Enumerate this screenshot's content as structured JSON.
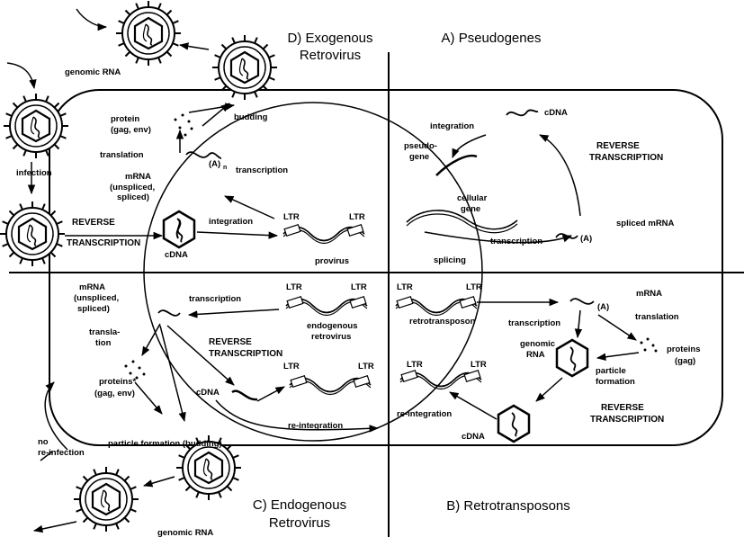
{
  "quadrants": {
    "d_title_1": "D) Exogenous",
    "d_title_2": "Retrovirus",
    "a_title": "A) Pseudogenes",
    "c_title_1": "C) Endogenous",
    "c_title_2": "Retrovirus",
    "b_title": "B) Retrotransposons"
  },
  "labels": {
    "genomic_rna_top": "genomic RNA",
    "genomic_rna_bottom": "genomic RNA",
    "protein": "protein",
    "gag_env": "(gag, env)",
    "budding": "budding",
    "translation": "translation",
    "infection": "infection",
    "mrna": "mRNA",
    "unspliced": "(unspliced,",
    "spliced": "spliced)",
    "poly_a": "(A)",
    "poly_a_sub": "n",
    "transcription_d": "transcription",
    "reverse": "REVERSE",
    "transcription_caps": "TRANSCRIPTION",
    "cdna": "cDNA",
    "integration_d": "integration",
    "ltr": "LTR",
    "provirus": "provirus",
    "a_integration": "integration",
    "a_cdna": "cDNA",
    "pseudogene_1": "pseudo-",
    "pseudogene_2": "gene",
    "a_reverse": "REVERSE",
    "a_transcription": "TRANSCRIPTION",
    "cellular": "cellular",
    "gene": "gene",
    "spliced_mrna": "spliced mRNA",
    "a_transcription_lc": "transcription",
    "splicing": "splicing",
    "c_mrna": "mRNA",
    "c_unspliced": "(unspliced,",
    "c_spliced": "spliced)",
    "c_transcription": "transcription",
    "endogenous": "endogenous",
    "retrovirus_lc": "retrovirus",
    "c_reverse": "REVERSE",
    "c_transcription_caps": "TRANSCRIPTION",
    "transla": "transla-",
    "tion": "tion",
    "proteins_star": "proteins*",
    "c_gag_env": "(gag, env)",
    "c_cdna": "cDNA",
    "re_integration": "re-integration",
    "particle_budding": "particle formation (budding)",
    "no": "no",
    "re_infection": "re-infection",
    "retrotransposon": "retrotransposon",
    "b_transcription": "transcription",
    "b_mrna": "mRNA",
    "b_translation": "translation",
    "genomic": "genomic",
    "rna": "RNA",
    "proteins": "proteins",
    "gag": "(gag)",
    "particle": "particle",
    "formation": "formation",
    "b_reverse": "REVERSE",
    "b_transcription_caps": "TRANSCRIPTION",
    "b_re_integration": "re-integration",
    "b_cdna": "cDNA"
  }
}
